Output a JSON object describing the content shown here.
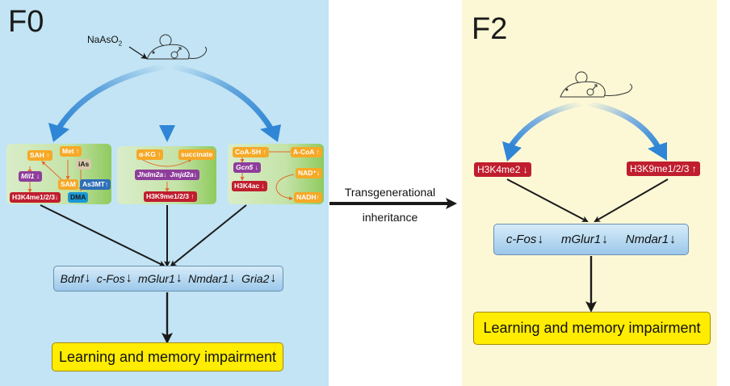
{
  "f0": {
    "label": "F0",
    "exposure": "NaAsO",
    "exposure_sub": "2",
    "mouse_sex_icon": "male-symbol",
    "pathway1": {
      "met": "Met ↑",
      "sah": "SAH ↑",
      "ias": "iAs",
      "mll1": "Mll1 ↓",
      "sam": "SAM",
      "as3mt": "As3MT↑",
      "h3k4": "H3K4me1/2/3↓",
      "dma": "DMA"
    },
    "pathway2": {
      "akg": "α-KG ↑",
      "succinate": "succinate",
      "jhdm": "Jhdm2a↓",
      "jmjd": "Jmjd2a↓",
      "h3k9": "H3K9me1/2/3 ↑"
    },
    "pathway3": {
      "coash": "CoA-SH ↑",
      "acoa": "A-CoA ↑",
      "gcn5": "Gcn5 ↓",
      "nad": "NAD⁺↓",
      "h3k4ac": "H3K4ac ↓",
      "nadh": "NADH↑"
    },
    "genes": [
      {
        "name": "Bdnf",
        "direction": "↓"
      },
      {
        "name": "c-Fos",
        "direction": "↓"
      },
      {
        "name": "mGlur1",
        "direction": "↓"
      },
      {
        "name": "Nmdar1",
        "direction": "↓"
      },
      {
        "name": "Gria2",
        "direction": "↓"
      }
    ],
    "outcome": "Learning and memory impairment"
  },
  "transition": {
    "line1": "Transgenerational",
    "line2": "inheritance"
  },
  "f2": {
    "label": "F2",
    "mouse_sex_icon": "male-symbol",
    "marks": [
      {
        "label": "H3K4me2 ↓"
      },
      {
        "label": "H3K9me1/2/3 ↑"
      }
    ],
    "genes": [
      {
        "name": "c-Fos",
        "direction": "↓"
      },
      {
        "name": "mGlur1",
        "direction": "↓"
      },
      {
        "name": "Nmdar1",
        "direction": "↓"
      }
    ],
    "outcome": "Learning and memory impairment"
  },
  "colors": {
    "f0_background": "#c2e4f4",
    "f2_background": "#fcf8d6",
    "histone_mark": "#c01e2e",
    "metabolite": "#f6a927",
    "enzyme": "#8e3d9b",
    "outcome": "#ffec00",
    "arrow_blue": "#2f86d6"
  }
}
